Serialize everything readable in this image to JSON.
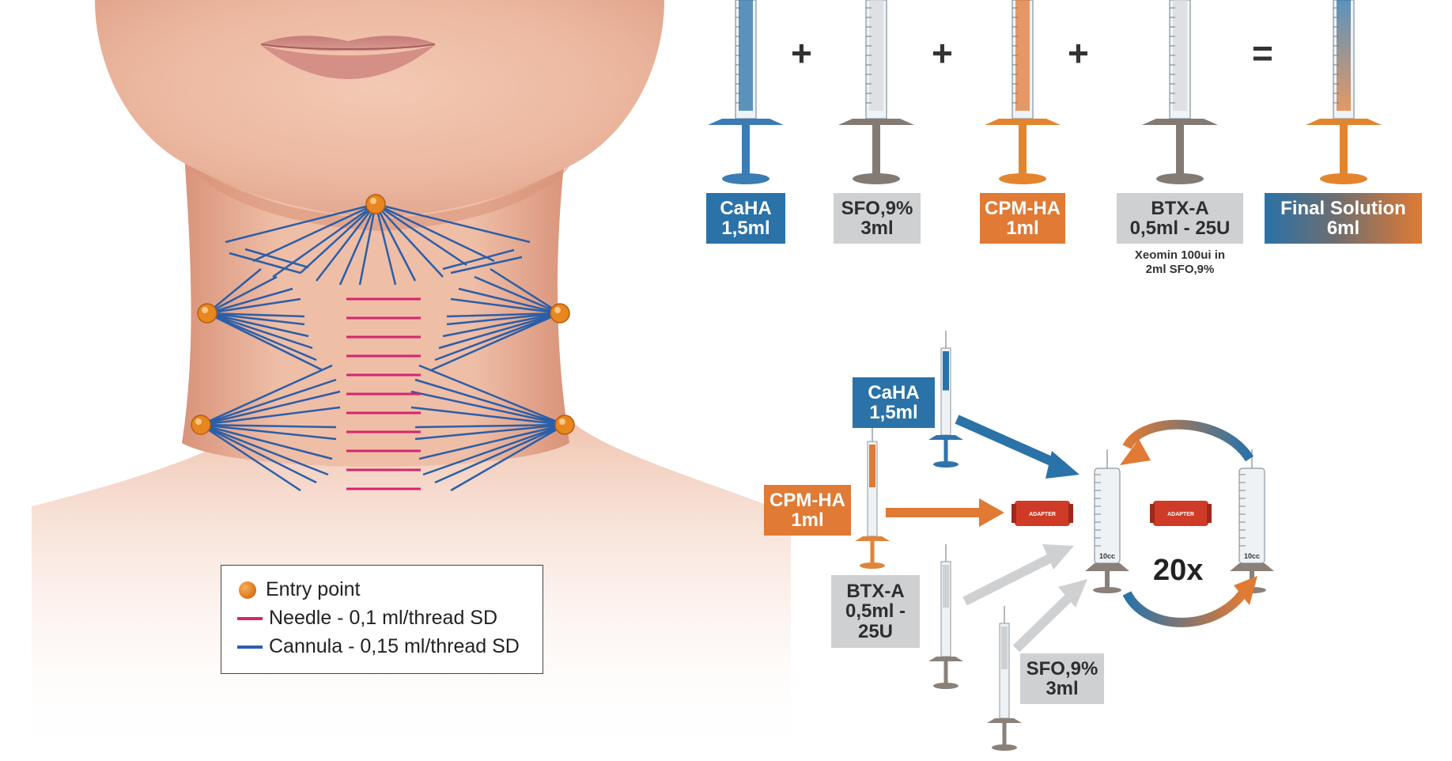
{
  "top_row": {
    "operators": [
      "+",
      "+",
      "+",
      "="
    ],
    "boxes": [
      {
        "line1": "CaHA",
        "line2": "1,5ml",
        "color": "#2a72a8"
      },
      {
        "line1": "SFO,9%",
        "line2": "3ml",
        "color": "#cfd0d2"
      },
      {
        "line1": "CPM-HA",
        "line2": "1ml",
        "color": "#e07a34"
      },
      {
        "line1": "BTX-A",
        "line2": "0,5ml - 25U",
        "color": "#cfd0d2"
      },
      {
        "line1": "Final Solution",
        "line2": "6ml",
        "color": "#2a72a8"
      }
    ],
    "note_line1": "Xeomin 100ui in",
    "note_line2": "2ml SFO,9%"
  },
  "mixing": {
    "caha": {
      "line1": "CaHA",
      "line2": "1,5ml"
    },
    "cpm": {
      "line1": "CPM-HA",
      "line2": "1ml"
    },
    "btx": {
      "line1": "BTX-A",
      "line2": "0,5ml -",
      "line3": "25U"
    },
    "sfo": {
      "line1": "SFO,9%",
      "line2": "3ml"
    },
    "adapter_label": "ADAPTER",
    "syringe_label": "10cc",
    "repeat": "20x"
  },
  "legend": {
    "entry": "Entry point",
    "needle": "Needle - 0,1 ml/thread SD",
    "cannula": "Cannula - 0,15 ml/thread SD"
  },
  "colors": {
    "needle": "#d6246e",
    "cannula": "#2b5ea8",
    "entry_point": "#e8861f",
    "blue": "#2a72a8",
    "orange": "#e07a34",
    "grey": "#cfd0d2"
  }
}
